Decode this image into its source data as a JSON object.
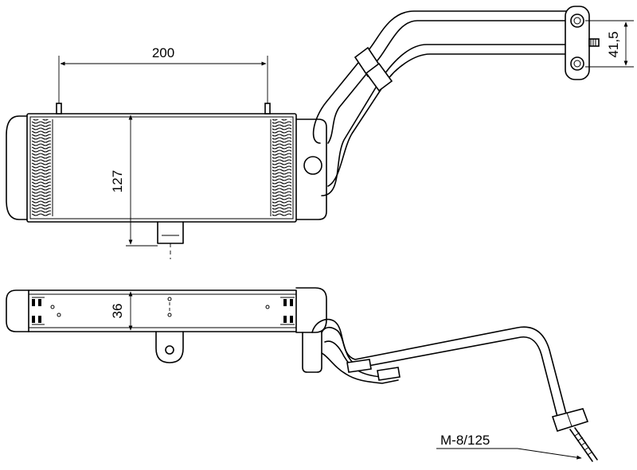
{
  "dimensions": {
    "length": "200",
    "height": "127",
    "thickness": "36",
    "flange_spacing": "41,5",
    "thread": "M-8/125"
  }
}
